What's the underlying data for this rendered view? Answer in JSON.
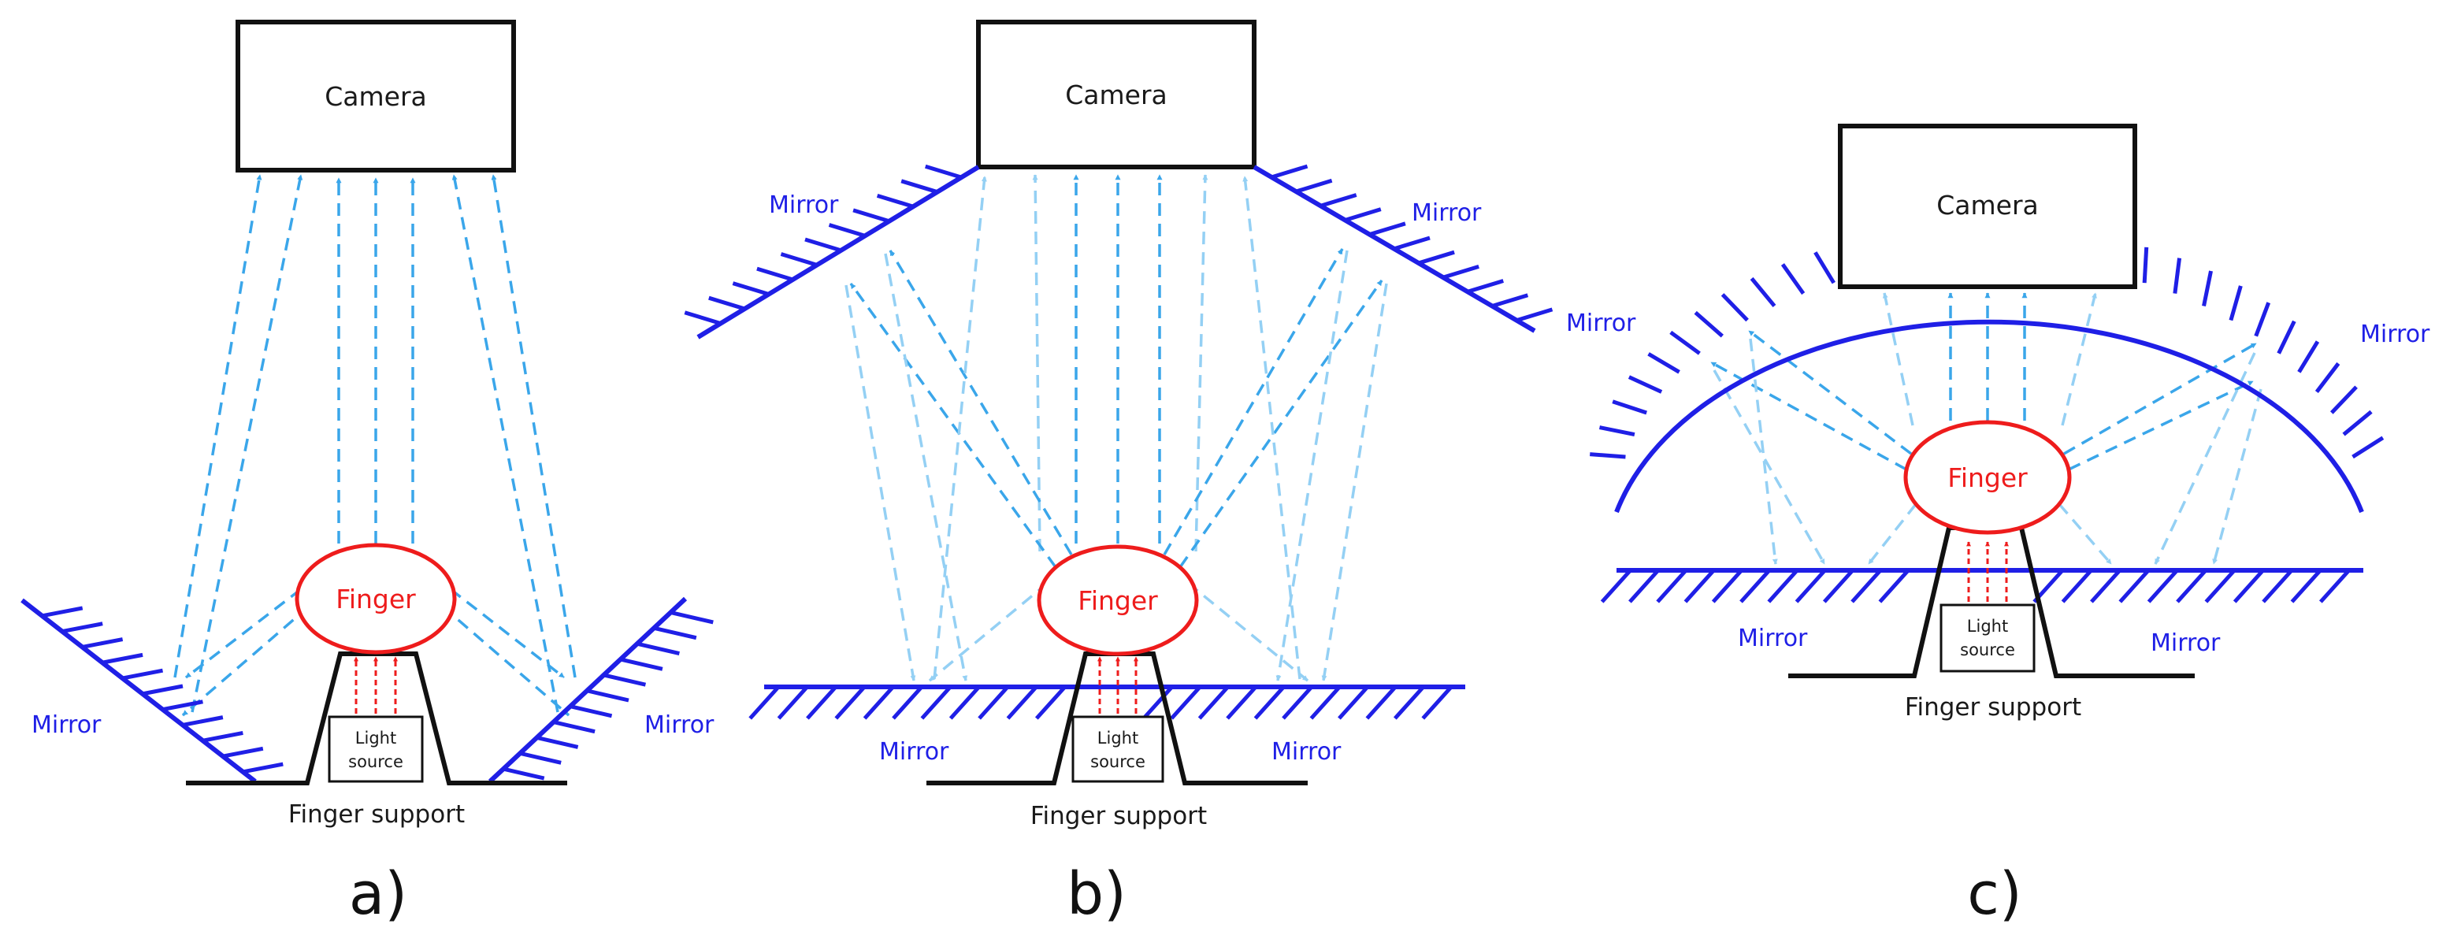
{
  "colors": {
    "mirror": "#1f1fe6",
    "ray": "#3aa6ea",
    "ray_faint": "#94d0f4",
    "finger": "#ee1c1c",
    "light": "#ee1c1c",
    "outline": "#111111"
  },
  "panels": [
    {
      "id": "a",
      "label": "a)",
      "camera": "Camera",
      "finger": "Finger",
      "light_line1": "Light",
      "light_line2": "source",
      "support": "Finger support",
      "mirror_left": "Mirror",
      "mirror_right": "Mirror"
    },
    {
      "id": "b",
      "label": "b)",
      "camera": "Camera",
      "finger": "Finger",
      "light_line1": "Light",
      "light_line2": "source",
      "support": "Finger support",
      "mirror_top_left": "Mirror",
      "mirror_top_right": "Mirror",
      "mirror_bottom_left": "Mirror",
      "mirror_bottom_right": "Mirror"
    },
    {
      "id": "c",
      "label": "c)",
      "camera": "Camera",
      "finger": "Finger",
      "light_line1": "Light",
      "light_line2": "source",
      "support": "Finger support",
      "mirror_top_left": "Mirror",
      "mirror_top_right": "Mirror",
      "mirror_bottom_left": "Mirror",
      "mirror_bottom_right": "Mirror"
    }
  ]
}
